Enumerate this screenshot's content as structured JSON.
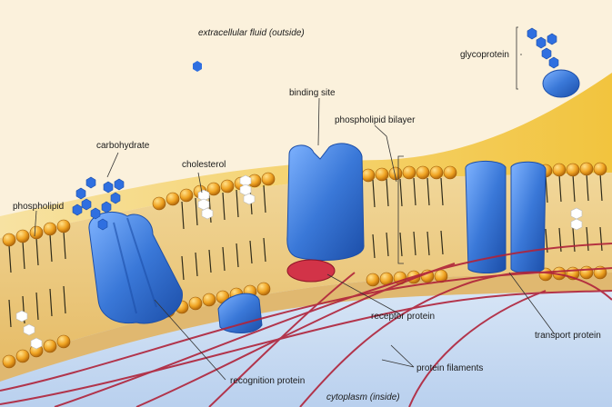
{
  "regions": {
    "outside": "extracellular fluid (outside)",
    "inside": "cytoplasm (inside)"
  },
  "labels": {
    "glycoprotein": "glycoprotein",
    "binding_site": "binding site",
    "phospholipid_bilayer": "phospholipid bilayer",
    "carbohydrate": "carbohydrate",
    "cholesterol": "cholesterol",
    "phospholipid": "phospholipid",
    "receptor_protein": "receptor protein",
    "transport_protein": "transport protein",
    "protein_filaments": "protein filaments",
    "recognition_protein": "recognition protein"
  },
  "colors": {
    "outside_fluid": "#fbf1dc",
    "membrane_surface": "#f3cf5a",
    "lipid_head": "#f0a423",
    "lipid_tail": "#2e2a18",
    "protein": "#3a78d8",
    "filament": "#b0233a",
    "cytoplasm": "#c9dcf3",
    "carbohydrate": "#2f6fe0"
  }
}
